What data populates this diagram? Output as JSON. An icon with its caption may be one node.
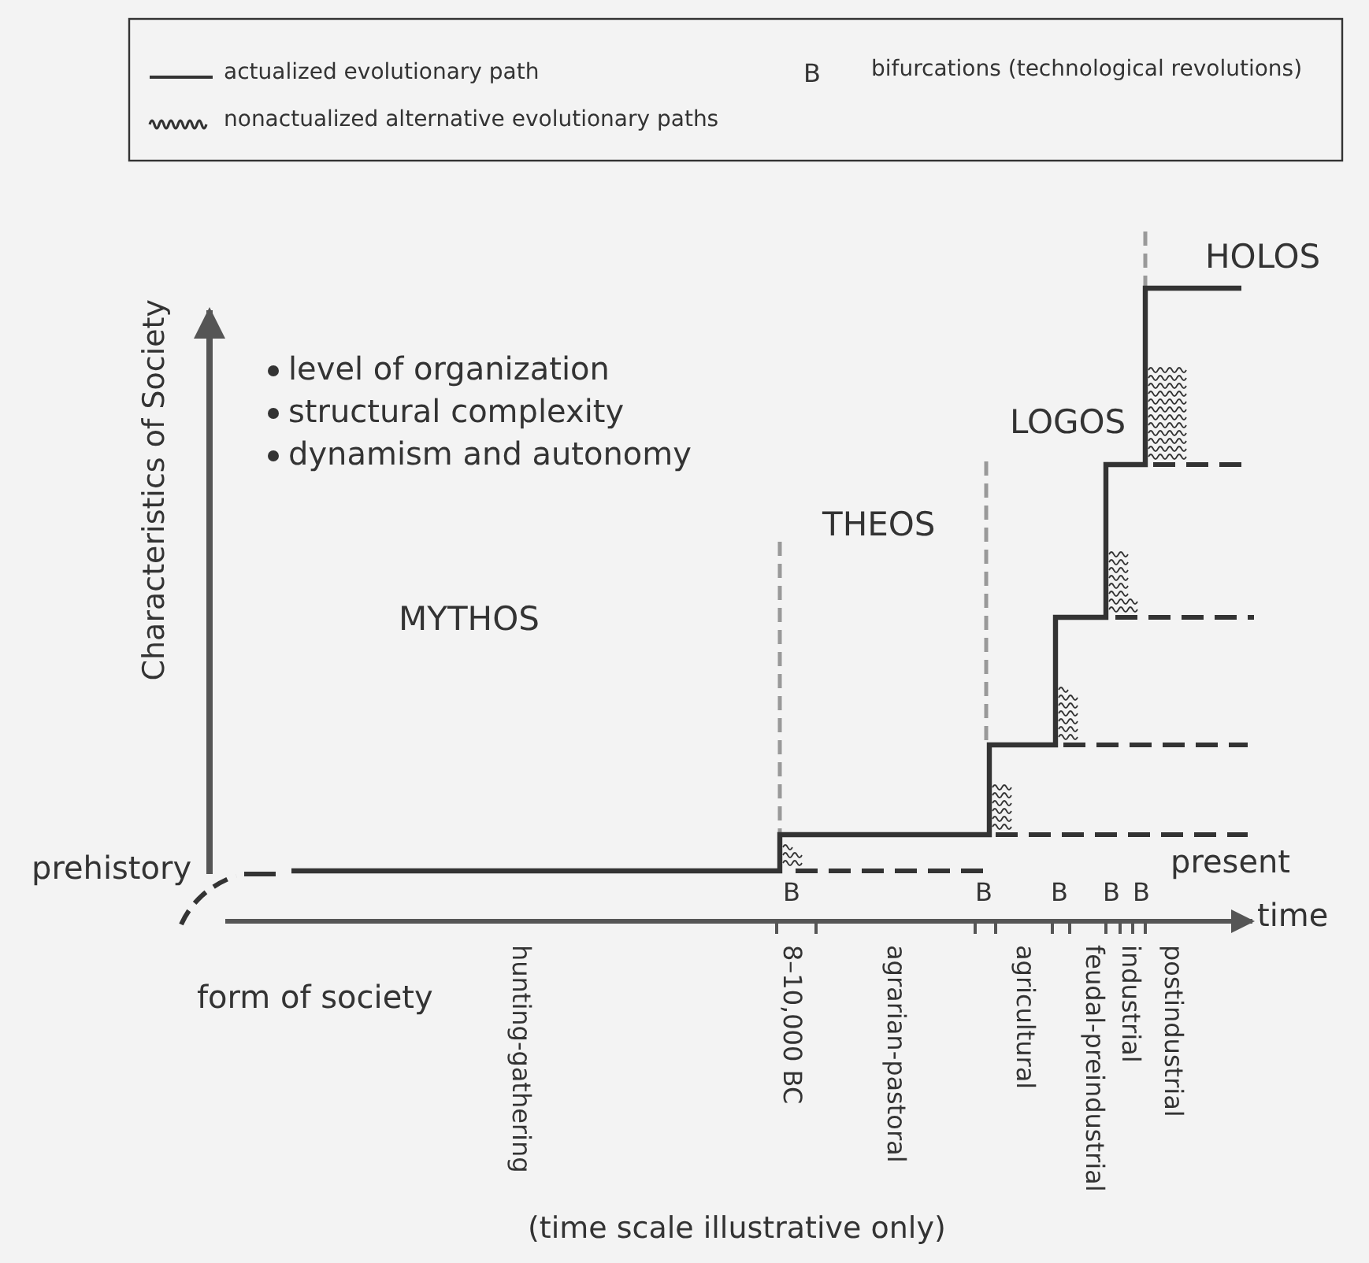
{
  "diagram": {
    "labels": [
      "B",
      "HOLOS",
      "Characteristics of Society",
      "level of organization",
      "structural complexity",
      "dynamism and autonomy",
      "LOGOS",
      "THEOS",
      "MYTHOS",
      "prehistory",
      "present",
      "B",
      "B",
      "B",
      "B",
      "B",
      "time",
      "form of society",
      "hunting-gathering",
      "8–10,000 BC",
      "agrarian-pastoral",
      "agricultural",
      "feudal-preindustrial",
      "industrial",
      "postindustrial",
      "(time scale illustrative only)"
    ],
    "legend": [
      {
        "text": "actualized evolutionary path"
      },
      {
        "text": "nonactualized alternative evolutionary paths"
      },
      {
        "text": "bifurcations (technological revolutions)"
      }
    ]
  }
}
